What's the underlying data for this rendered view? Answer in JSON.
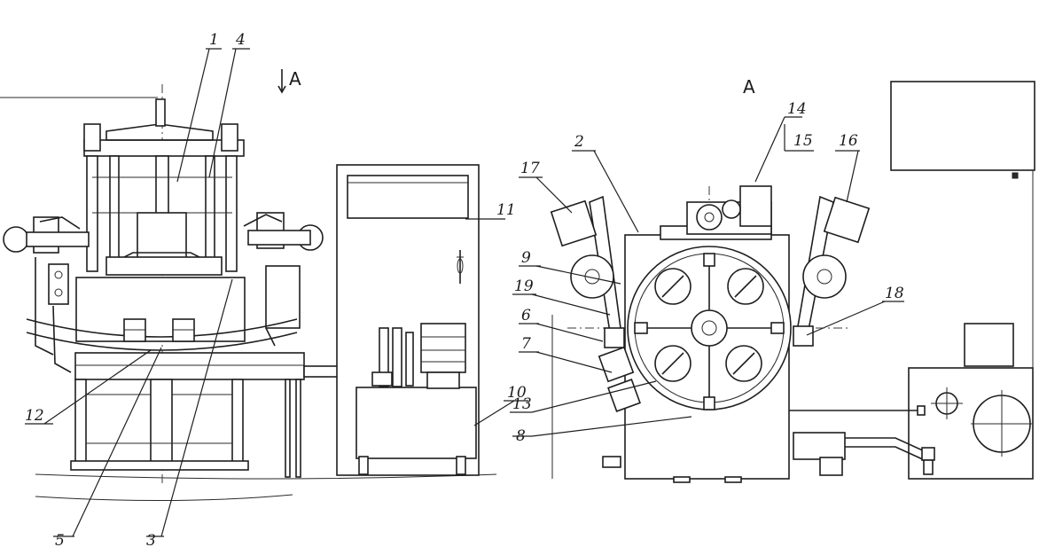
{
  "drawing": {
    "view_marker": "A",
    "view_title": "A",
    "callouts": {
      "n1": "1",
      "n2": "2",
      "n3": "3",
      "n4": "4",
      "n5": "5",
      "n6": "6",
      "n7": "7",
      "n8": "8",
      "n9": "9",
      "n10": "10",
      "n11": "11",
      "n12": "12",
      "n13": "13",
      "n14": "14",
      "n15": "15",
      "n16": "16",
      "n17": "17",
      "n18": "18",
      "n19": "19"
    },
    "ink_color": "#1e1e1e",
    "paper_color": "#ffffff"
  }
}
